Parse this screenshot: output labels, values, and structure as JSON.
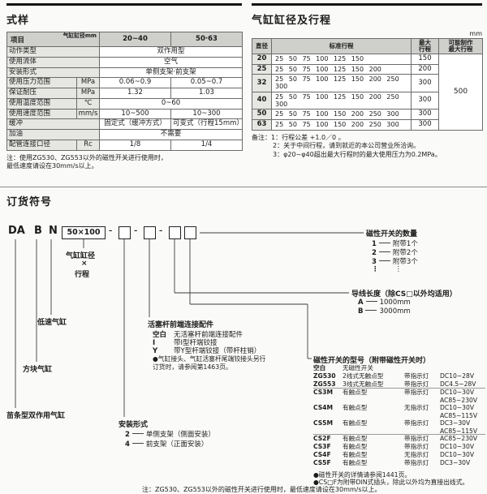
{
  "spec": {
    "title": "式样",
    "corner_top": "气缸缸径mm",
    "corner_bottom": "项目",
    "col1": "20~40",
    "col2": "50·63",
    "rows": [
      {
        "label": "动作类型",
        "value": "双作用型"
      },
      {
        "label": "使用流体",
        "value": "空气"
      },
      {
        "label": "安装形式",
        "value": "单侧支架·前支架"
      },
      {
        "label": "使用压力范围",
        "unit": "MPa",
        "v1": "0.06~0.9",
        "v2": "0.05~0.7"
      },
      {
        "label": "保证耐压",
        "unit": "MPa",
        "v1": "1.32",
        "v2": "1.03"
      },
      {
        "label": "使用温度范围",
        "unit": "℃",
        "value": "0~60"
      },
      {
        "label": "使用速度范围",
        "unit": "mm/s",
        "v1": "10~500",
        "v2": "10~300"
      },
      {
        "label": "缓冲",
        "v1": "固定式（缓冲方式）",
        "v2": "可变式（行程15mm）"
      },
      {
        "label": "加油",
        "value": "不需要"
      },
      {
        "label": "配管连接口径",
        "unit": "Rc",
        "v1": "1/8",
        "v2": "1/4"
      }
    ],
    "note": "注：使用ZG530、ZG553以外的磁性开关进行使用时，\n最低速度请设在30mm/s以上。"
  },
  "bore": {
    "title": "气缸缸径及行程",
    "unit": "mm",
    "h_bore": "直径",
    "h_std": "标准行程",
    "h_max": "最大\n行程",
    "h_possible": "可能制作\n最大行程",
    "rows": [
      {
        "bore": "20",
        "strokes": "25 50 75 100 125 150",
        "max": "150"
      },
      {
        "bore": "25",
        "strokes": "25 50 75 100 125 150 200",
        "max": "200"
      },
      {
        "bore": "32",
        "strokes": "25 50 75 100 125 150 200 250 300",
        "max": "300"
      },
      {
        "bore": "40",
        "strokes": "25 50 75 100 125 150 200 250 300",
        "max": "300"
      },
      {
        "bore": "50",
        "strokes": "25 50 75 100 150 200 250 300",
        "max": "300"
      },
      {
        "bore": "63",
        "strokes": "25 50 75 100 150 200 250 300",
        "max": "300"
      }
    ],
    "possible_max": "500",
    "note1": "备注：1：行程公差 +1.0／0 。",
    "note2": "2：关于中间行程，请到就近的本公司营业所洽询。",
    "note3": "3：φ20~φ40超出最大行程时的最大使用压力为0.2MPa。"
  },
  "order": {
    "title": "订货符号",
    "code": {
      "series": "DA",
      "block": "B",
      "lowspeed": "N",
      "bore_stroke": "50×100",
      "dash": "–"
    },
    "bore_stroke_label": {
      "l1": "气缸缸径",
      "l2": "×",
      "l3": "行程"
    },
    "lowspeed_label": "低速气缸",
    "block_label": "方块气缸",
    "series_label": "苗条型双作用气缸",
    "mounting": {
      "title": "安装形式",
      "items": [
        {
          "code": "2",
          "desc": "单侧支架（侧面安装）"
        },
        {
          "code": "4",
          "desc": "前支架（正面安装）"
        }
      ]
    },
    "rod_end": {
      "title": "活塞杆前端连接配件",
      "items": [
        {
          "code": "空白",
          "desc": "无活塞杆前端连接配件"
        },
        {
          "code": "I",
          "desc": "带I型杆端铰接"
        },
        {
          "code": "Y",
          "desc": "带Y型杆端铰接（带杆柱销）"
        }
      ],
      "note": "●气缸接头、气缸活塞杆尾端铰接头另行\n订货时，请参阅第1463页。"
    },
    "switch_qty": {
      "title": "磁性开关的数量",
      "items": [
        {
          "code": "1",
          "desc": "附带1个"
        },
        {
          "code": "2",
          "desc": "附带2个"
        },
        {
          "code": "3",
          "desc": "附带3个"
        },
        {
          "code": "⋮",
          "desc": "⋮"
        }
      ]
    },
    "lead_wire": {
      "title": "导线长度（除CS□以外均适用）",
      "items": [
        {
          "code": "A",
          "desc": "1000mm"
        },
        {
          "code": "B",
          "desc": "3000mm"
        }
      ]
    },
    "switch_model": {
      "title": "磁性开关的型号（附带磁性开关时）",
      "items": [
        {
          "code": "空白",
          "type": "无磁性开关",
          "indicator": "",
          "voltage": ""
        },
        {
          "code": "ZG530",
          "type": "2线式无触点型",
          "indicator": "带指示灯",
          "voltage": "DC10~28V"
        },
        {
          "code": "ZG553",
          "type": "3线式无触点型",
          "indicator": "带指示灯",
          "voltage": "DC4.5~28V"
        },
        {
          "code": "CS3M",
          "type": "有触点型",
          "indicator": "带指示灯",
          "voltage": "DC10~30V\nAC85~230V"
        },
        {
          "code": "CS4M",
          "type": "有触点型",
          "indicator": "无指示灯",
          "voltage": "DC10~30V\nAC85~115V"
        },
        {
          "code": "CS5M",
          "type": "有触点型",
          "indicator": "带指示灯",
          "voltage": "DC3~30V\nAC85~115V"
        },
        {
          "code": "CS2F",
          "type": "有触点型",
          "indicator": "带指示灯",
          "voltage": "AC85~230V"
        },
        {
          "code": "CS3F",
          "type": "有触点型",
          "indicator": "带指示灯",
          "voltage": "DC10~30V"
        },
        {
          "code": "CS4F",
          "type": "有触点型",
          "indicator": "无指示灯",
          "voltage": "DC10~30V"
        },
        {
          "code": "CS5F",
          "type": "有触点型",
          "indicator": "带指示灯",
          "voltage": "DC3~30V"
        }
      ],
      "note1": "●磁性开关的详情请参阅1441页。",
      "note2": "●CS□F为附带DIN式插头，除此以外均为直接出线式。"
    },
    "bottom_note": "注：ZG530、ZG553以外的磁性开关进行使用时，最低速度请设在30mm/s以上。"
  }
}
